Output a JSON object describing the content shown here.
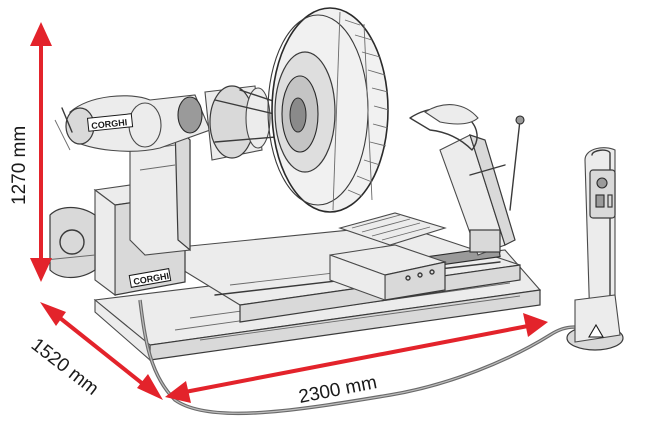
{
  "dimensions": {
    "height": {
      "value": 1270,
      "unit": "mm",
      "label": "1270  mm"
    },
    "depth": {
      "value": 1520,
      "unit": "mm",
      "label": "1520  mm"
    },
    "width": {
      "value": 2300,
      "unit": "mm",
      "label": "2300  mm"
    }
  },
  "machine": {
    "brand_logo_main": "CORGHI",
    "brand_logo_panel": "CORGHI"
  },
  "colors": {
    "arrow": "#e3232b",
    "line_art": "#3a3a3a"
  },
  "icons": [
    "warning-triangle-icon",
    "control-knob-icon"
  ]
}
